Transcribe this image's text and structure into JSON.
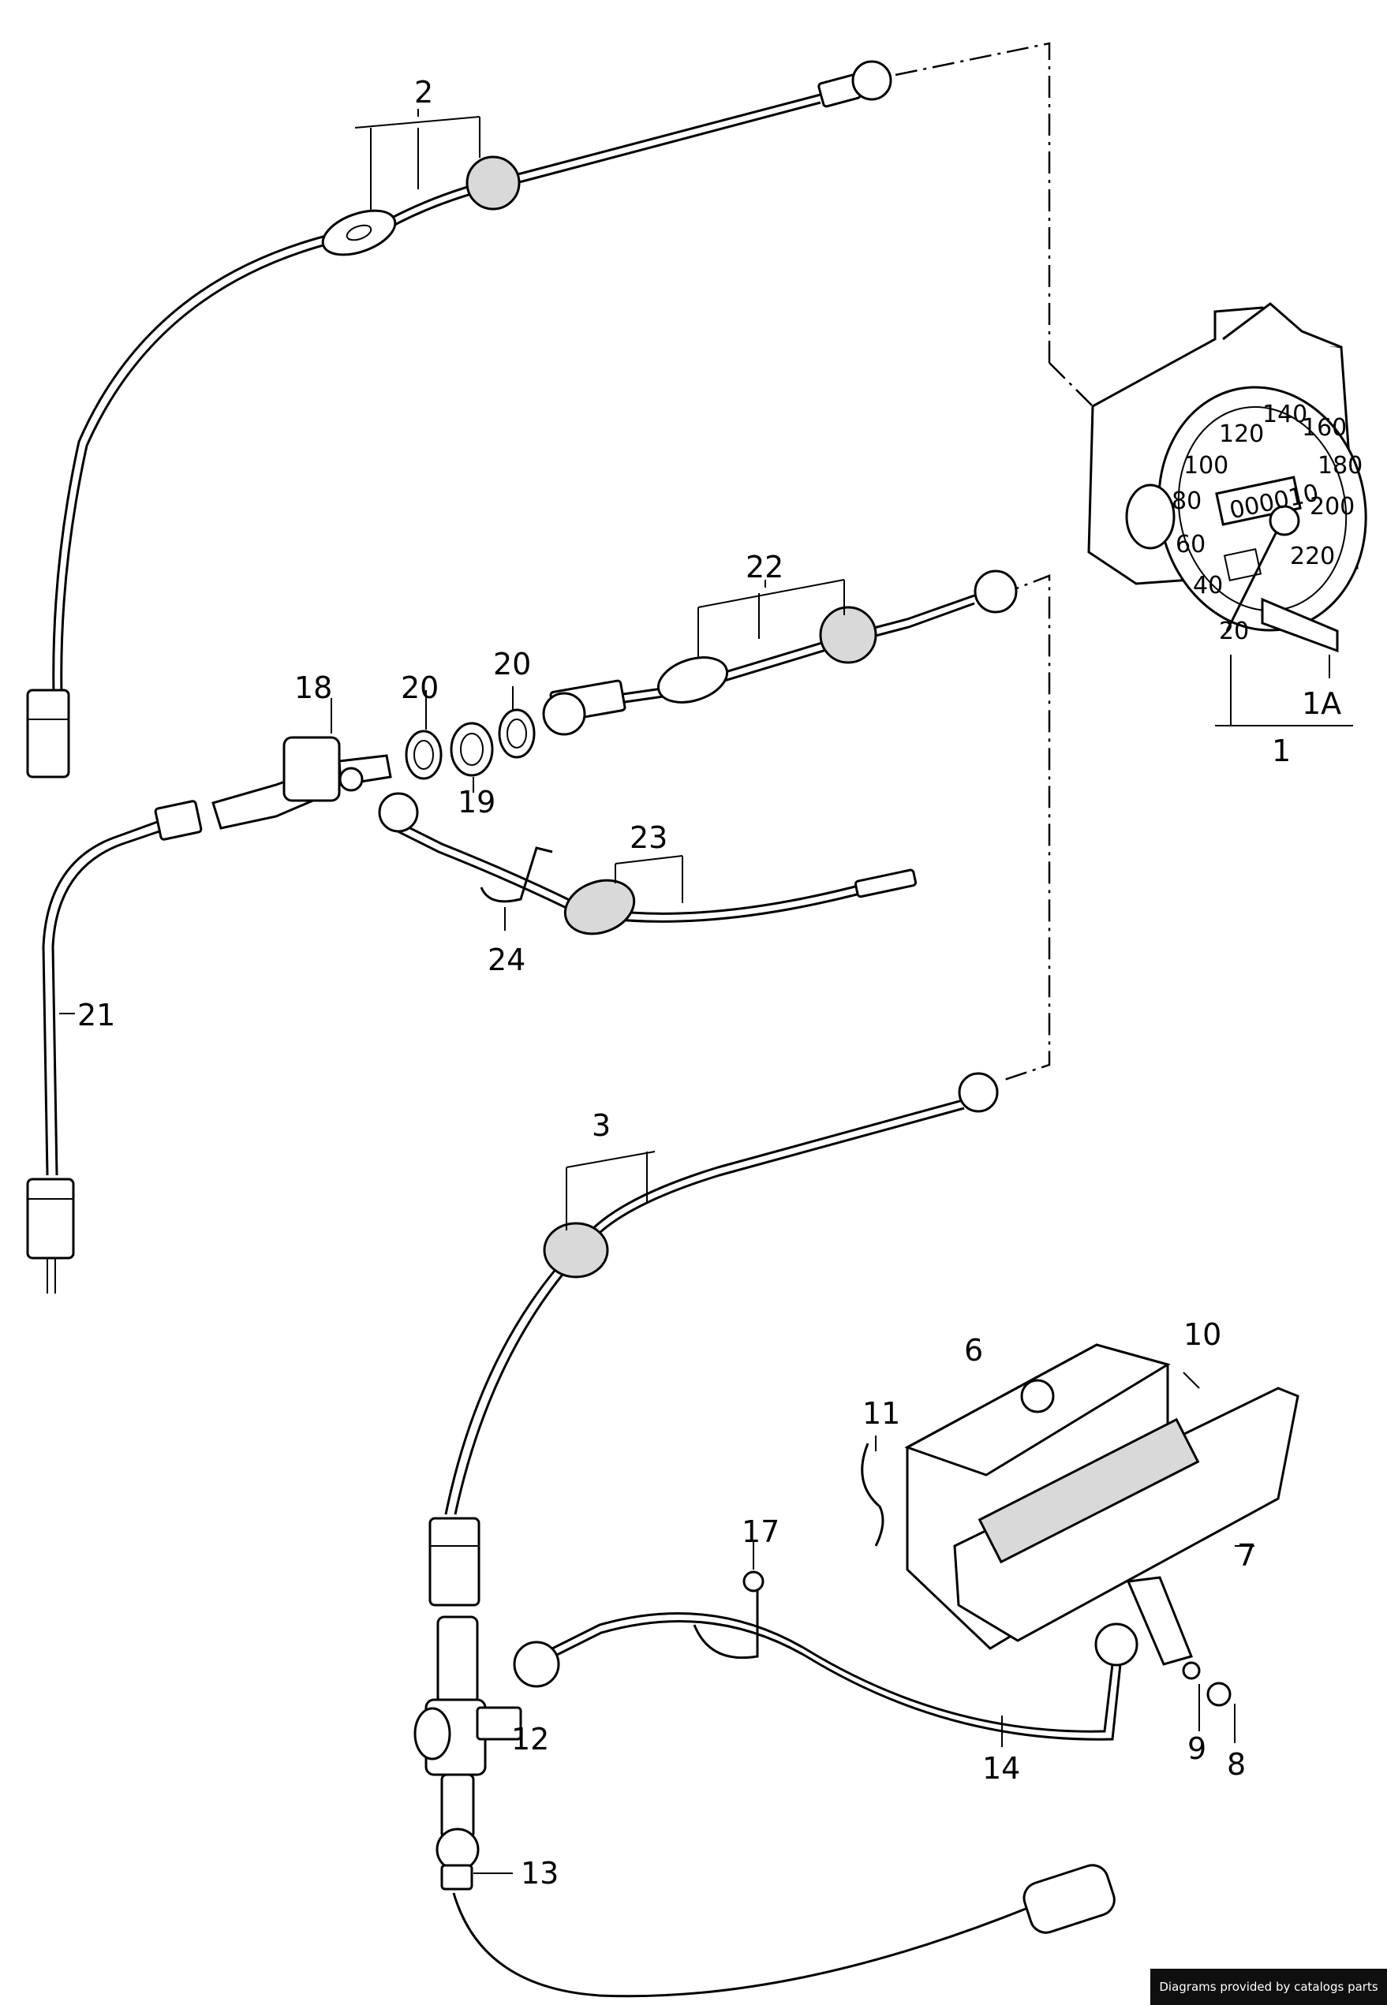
{
  "callouts": [
    {
      "id": "1",
      "text": "1"
    },
    {
      "id": "1a",
      "text": "1A"
    },
    {
      "id": "2",
      "text": "2"
    },
    {
      "id": "3",
      "text": "3"
    },
    {
      "id": "6",
      "text": "6"
    },
    {
      "id": "7",
      "text": "7"
    },
    {
      "id": "8",
      "text": "8"
    },
    {
      "id": "9",
      "text": "9"
    },
    {
      "id": "10",
      "text": "10"
    },
    {
      "id": "11",
      "text": "11"
    },
    {
      "id": "12",
      "text": "12"
    },
    {
      "id": "13",
      "text": "13"
    },
    {
      "id": "14",
      "text": "14"
    },
    {
      "id": "17",
      "text": "17"
    },
    {
      "id": "18",
      "text": "18"
    },
    {
      "id": "19",
      "text": "19"
    },
    {
      "id": "20a",
      "text": "20"
    },
    {
      "id": "20b",
      "text": "20"
    },
    {
      "id": "21",
      "text": "21"
    },
    {
      "id": "22",
      "text": "22"
    },
    {
      "id": "23",
      "text": "23"
    },
    {
      "id": "24",
      "text": "24"
    }
  ],
  "speedometer": {
    "scale": [
      "20",
      "40",
      "60",
      "80",
      "100",
      "120",
      "140",
      "160",
      "180",
      "200",
      "220"
    ],
    "odometer": "000010"
  },
  "credit": "Diagrams provided by catalogs parts"
}
